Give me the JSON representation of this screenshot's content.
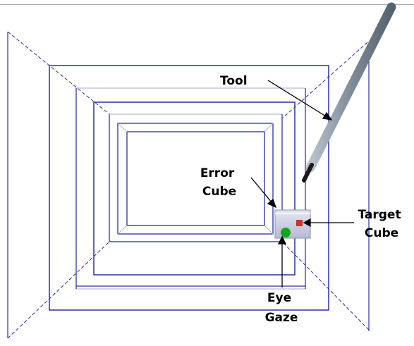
{
  "labels": {
    "tool": "Tool",
    "error_cube": [
      "Error",
      "Cube"
    ],
    "target_cube": [
      "Target",
      "Cube"
    ],
    "eye_gaze": [
      "Eye",
      "Gaze"
    ]
  },
  "colors": {
    "frame_blue": "#2b2fa6",
    "frame_inner": "#b8b8d8",
    "tool_grey": "#7f8c99",
    "tool_tip": "#1a1a1a",
    "error_cube": "#c7cbe0",
    "target_cube": "#c0392b",
    "gaze_dot": "#11a81a",
    "top_rule": "#aaaaaa"
  }
}
